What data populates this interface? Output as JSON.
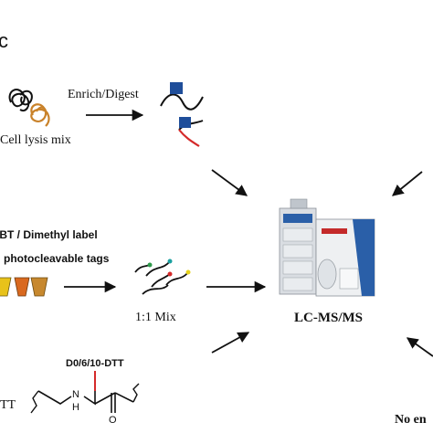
{
  "panel": {
    "letter": "c"
  },
  "labels": {
    "enrich_digest": "Enrich/Digest",
    "cell_lysis_mix": "Cell lysis mix",
    "label_method": "IBT / Dimethyl label",
    "photocleavable_tags": "photocleavable tags",
    "mix_ratio": "1:1 Mix",
    "lcms": "LC-MS/MS",
    "dtt_tag": "D0/6/10-DTT",
    "dtt_left": "TT",
    "nh_label": "N",
    "h_label": "H",
    "oxygen_label": "O",
    "no_enrich": "No en"
  },
  "colors": {
    "tag_blue": "#1f4e9a",
    "peptide_red": "#d42a2a",
    "tube_yellow": "#e8c21a",
    "tube_orange": "#d9691f",
    "tube_amber": "#c7882e",
    "dot_green": "#2e9a4b",
    "dot_teal": "#1aa0a0",
    "dot_red": "#d42a2a",
    "dot_yellow": "#e6d21a",
    "orange_protein": "#c9822a"
  }
}
